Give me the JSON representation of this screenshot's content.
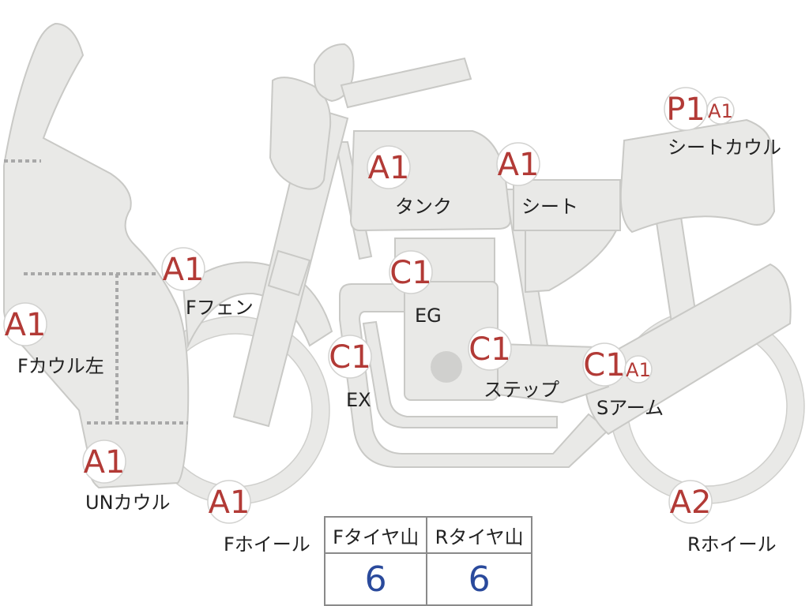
{
  "colors": {
    "grade": "#b23a36",
    "value": "#2a4a9c",
    "part_fill": "#e9e9e7",
    "dotted": "#a8a8a8"
  },
  "parts": [
    {
      "id": "f-cowl-left",
      "grade": "A1",
      "label": "Fカウル左"
    },
    {
      "id": "un-cowl",
      "grade": "A1",
      "label": "UNカウル"
    },
    {
      "id": "f-fender",
      "grade": "A1",
      "label": "Fフェン"
    },
    {
      "id": "f-wheel",
      "grade": "A1",
      "label": "Fホイール"
    },
    {
      "id": "tank",
      "grade": "A1",
      "label": "タンク"
    },
    {
      "id": "seat",
      "grade": "A1",
      "label": "シート"
    },
    {
      "id": "seat-cowl",
      "grade": "P1",
      "grade2": "A1",
      "label": "シートカウル"
    },
    {
      "id": "eg",
      "grade": "C1",
      "label": "EG"
    },
    {
      "id": "ex",
      "grade": "C1",
      "label": "EX"
    },
    {
      "id": "step",
      "grade": "C1",
      "label": "ステップ"
    },
    {
      "id": "s-arm",
      "grade": "C1",
      "grade2": "A1",
      "label": "Sアーム"
    },
    {
      "id": "r-wheel",
      "grade": "A2",
      "label": "Rホイール"
    }
  ],
  "tread_table": {
    "headers": [
      "Fタイヤ山",
      "Rタイヤ山"
    ],
    "values": [
      "6",
      "6"
    ]
  }
}
